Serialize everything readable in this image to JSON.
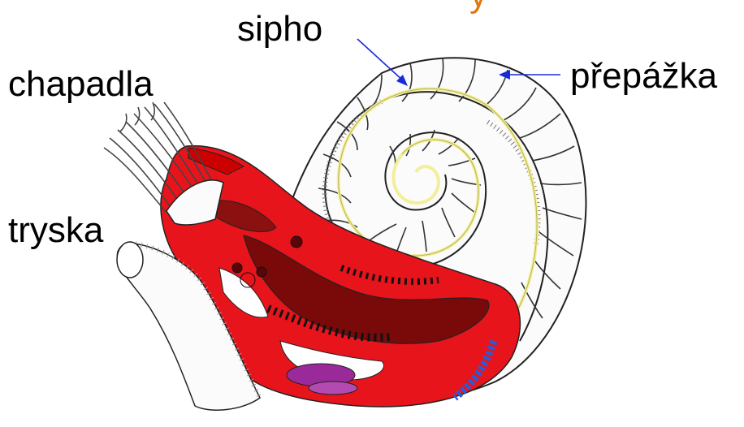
{
  "labels": {
    "sipho": "sipho",
    "prepazka": "přepážka",
    "chapadla": "chapadla",
    "tryska": "tryska"
  },
  "colors": {
    "tissue_red": "#e8141b",
    "tissue_dark": "#7a0a0a",
    "siphuncle": "#f2ef9a",
    "pointer_blue": "#1a2ad8",
    "gill_purple": "#9a2a9a",
    "vessel_blue": "#2a5ad8"
  }
}
